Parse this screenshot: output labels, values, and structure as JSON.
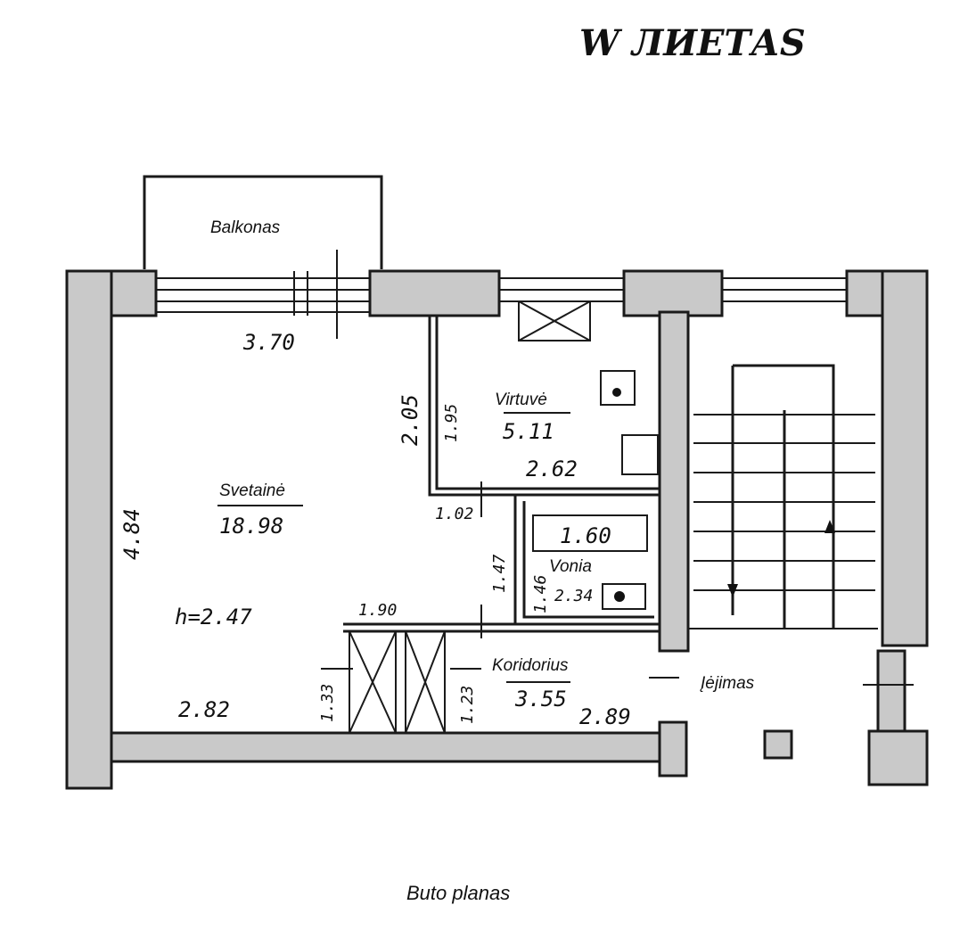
{
  "header": {
    "handwritten_note": "W ЛИЕТАS"
  },
  "rooms": {
    "balcony": {
      "name": "Balkonas"
    },
    "kitchen": {
      "name": "Virtuvė",
      "area": "5.11"
    },
    "living": {
      "name": "Svetainė",
      "area": "18.98",
      "height": "h=2.47"
    },
    "bath": {
      "name": "Vonia",
      "tub": "1.60",
      "area": "2.34"
    },
    "corridor": {
      "name": "Koridorius",
      "area": "3.55"
    },
    "entrance": {
      "name": "Įėjimas"
    }
  },
  "dimensions": {
    "living_top": "3.70",
    "living_left": "4.84",
    "living_bottom": "2.82",
    "kitchen_left_a": "2.05",
    "kitchen_left_b": "1.95",
    "kitchen_bottom": "2.62",
    "kitchen_bath_gap": "1.02",
    "bath_left_a": "1.47",
    "bath_left_b": "1.46",
    "corridor_top": "1.90",
    "corridor_left_a": "1.33",
    "corridor_left_b": "1.23",
    "corridor_bottom": "2.89"
  },
  "footer": {
    "caption": "Buto planas"
  }
}
